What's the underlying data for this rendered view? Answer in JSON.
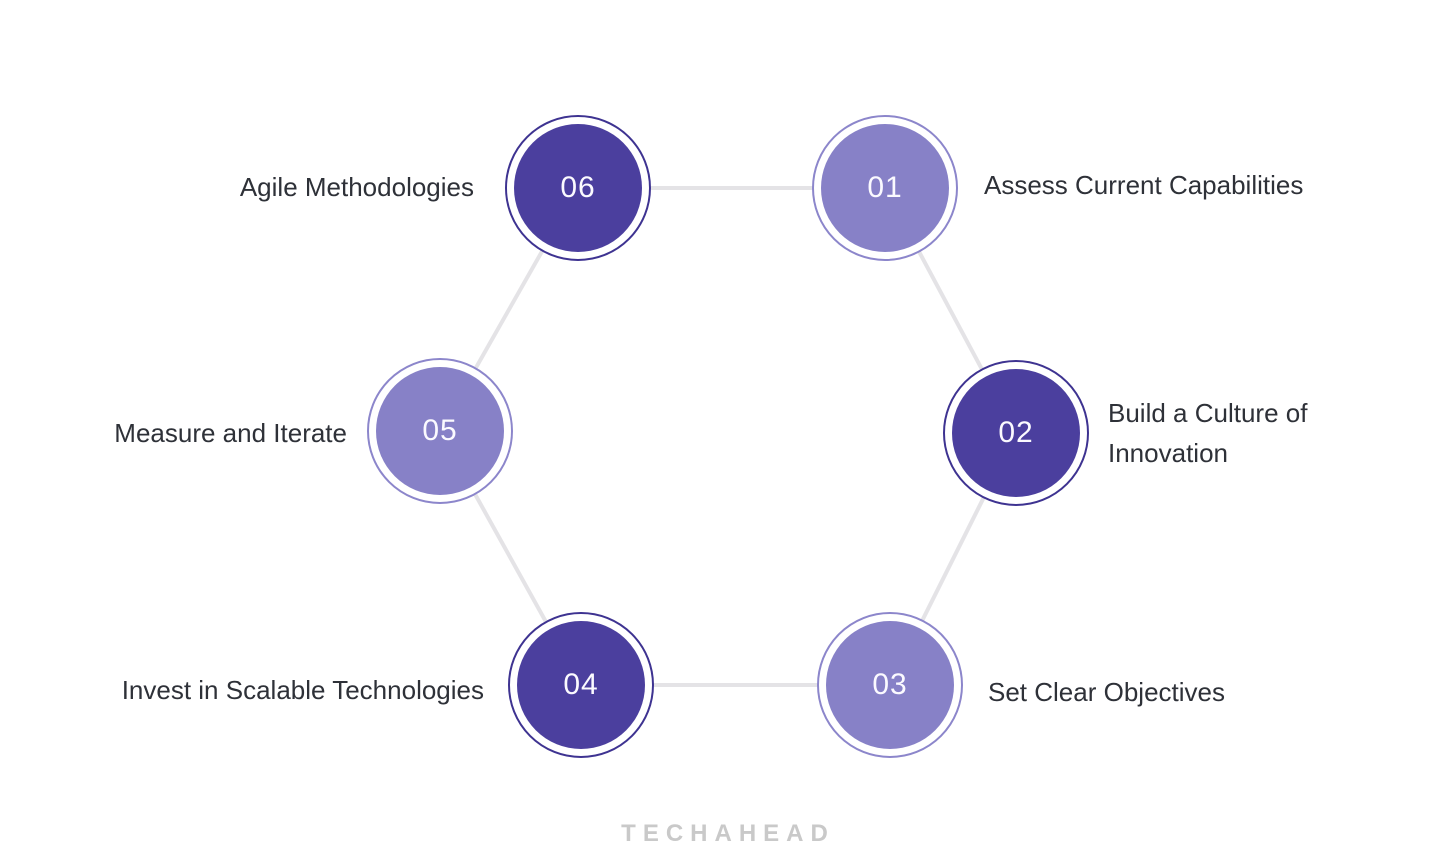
{
  "diagram": {
    "type": "circular-process",
    "brand": "TECHAHEAD",
    "colors": {
      "dark_fill": "#4b3f9e",
      "dark_border": "#3e3391",
      "light_fill": "#8781c7",
      "light_border": "#8c86cb",
      "connector": "#e4e3e6",
      "label_text": "#2e3138",
      "number_text": "#fbfaff",
      "brand_text": "#c9c9c9"
    },
    "steps": [
      {
        "number": "01",
        "label": "Assess Current Capabilities",
        "variant": "light",
        "label_side": "right"
      },
      {
        "number": "02",
        "label": "Build a Culture of Innovation",
        "variant": "dark",
        "label_side": "right"
      },
      {
        "number": "03",
        "label": "Set Clear Objectives",
        "variant": "light",
        "label_side": "right"
      },
      {
        "number": "04",
        "label": "Invest in Scalable Technologies",
        "variant": "dark",
        "label_side": "left"
      },
      {
        "number": "05",
        "label": "Measure and Iterate",
        "variant": "light",
        "label_side": "left"
      },
      {
        "number": "06",
        "label": "Agile Methodologies",
        "variant": "dark",
        "label_side": "left"
      }
    ]
  }
}
